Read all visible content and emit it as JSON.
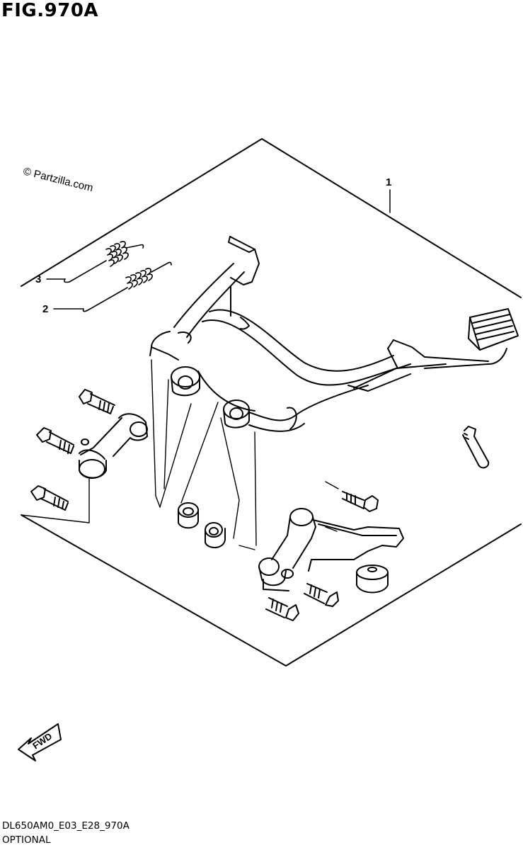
{
  "figure": {
    "title": "FIG.970A"
  },
  "watermark": "© Partzilla.com",
  "callouts": [
    {
      "ref": "1"
    },
    {
      "ref": "2"
    },
    {
      "ref": "3"
    }
  ],
  "fwd_label": "FWD",
  "footer": {
    "code": "DL650AM0_E03_E28_970A",
    "note": "OPTIONAL"
  },
  "icons": [
    "fwd-arrow-icon"
  ]
}
